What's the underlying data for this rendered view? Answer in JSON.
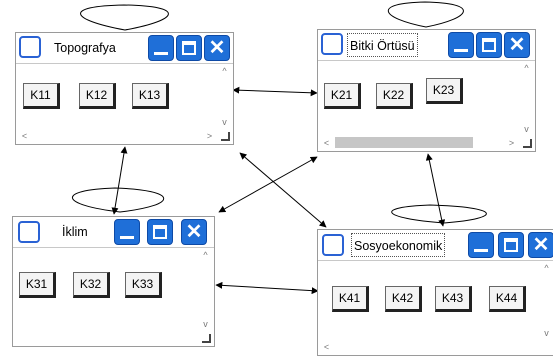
{
  "windows": {
    "topografya": {
      "title": "Topografya",
      "buttons": [
        "K11",
        "K12",
        "K13"
      ]
    },
    "bitki": {
      "title": "Bitki Örtüsü",
      "buttons": [
        "K21",
        "K22",
        "K23"
      ]
    },
    "iklim": {
      "title": "İklim",
      "buttons": [
        "K31",
        "K32",
        "K33"
      ]
    },
    "sosyo": {
      "title": "Sosyoekonomik",
      "buttons": [
        "K41",
        "K42",
        "K43",
        "K44"
      ]
    }
  },
  "glyphs": {
    "close": "✕",
    "arrow_up": "^",
    "arrow_down": "v",
    "arrow_left": "<",
    "arrow_right": ">"
  },
  "icons": {
    "system": "window-menu-icon",
    "minimize": "minimize-icon",
    "maximize": "maximize-icon",
    "close": "close-icon",
    "grip": "resize-grip-icon"
  },
  "colors": {
    "title_button": "#1f6fd8",
    "title_button_border": "#0e4aa6",
    "system_button": "#2a62d4",
    "link": "#000000"
  }
}
